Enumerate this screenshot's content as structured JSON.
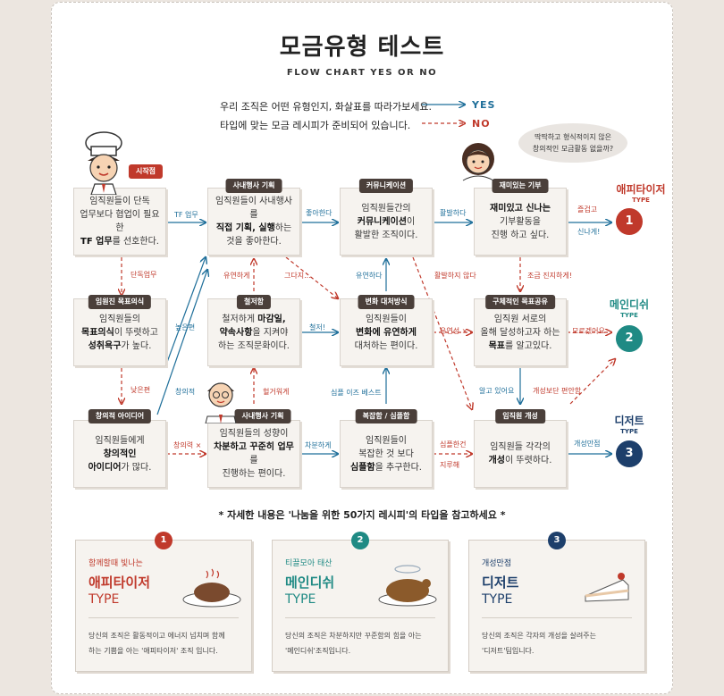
{
  "title": "모금유형 테스트",
  "subtitle": "FLOW CHART YES OR NO",
  "intro": {
    "line1": "우리 조직은 어떤 유형인지, 화살표를 따라가보세요.",
    "line2": "타입에 맞는 모금 레시피가 준비되어 있습니다."
  },
  "legend": {
    "yes": "YES",
    "no": "NO"
  },
  "bubble": {
    "line1": "딱딱하고 형식적이지 않은",
    "line2": "창의적인 모금활동 없을까?"
  },
  "nodes": {
    "n1": {
      "tag": "시작점",
      "l1": "임직원들이 단독",
      "l2": "업무보다 협업이 필요한",
      "l3b": "TF 업무",
      "l3": "를 선호한다."
    },
    "n2": {
      "tag": "사내행사 기획",
      "l1": "임직원들이 사내행사를",
      "l2b": "직접 기획, 실행",
      "l2": "하는",
      "l3": "것을 좋아한다."
    },
    "n3": {
      "tag": "커뮤니케이션",
      "l1": "임직원들간의",
      "l2b": "커뮤니케이션",
      "l2": "이",
      "l3": "활발한 조직이다."
    },
    "n4": {
      "tag": "재미있는 기부",
      "l1b": "재미있고 신나는",
      "l2": "기부활동을",
      "l3": "진행 하고 싶다."
    },
    "n5": {
      "tag": "임원진 목표의식",
      "l1": "임직원들의",
      "l2b": "목표의식",
      "l2": "이 뚜렷하고",
      "l3b": "성취욕구",
      "l3": "가 높다."
    },
    "n6": {
      "tag": "철저함",
      "l1": "철저하게 ",
      "l1b": "마감일,",
      "l2b": "약속사항",
      "l2": "을 지켜야",
      "l3": "하는 조직문화이다."
    },
    "n7": {
      "tag": "변화 대처방식",
      "l1": "임직원들이",
      "l2b": "변화에 유연하게",
      "l3": "대처하는 편이다."
    },
    "n8": {
      "tag": "구체적인 목표공유",
      "l1": "임직원 서로의",
      "l2": "올해 달성하고자 하는",
      "l3b": "목표",
      "l3": "를 알고있다."
    },
    "n9": {
      "tag": "창의적 아이디어",
      "l1": "임직원들에게",
      "l2b": "창의적인",
      "l3b": "아이디어",
      "l3": "가 많다."
    },
    "n10": {
      "tag": "사내행사 기획",
      "l1": "임직원들의 성향이",
      "l2b": "차분하고 꾸준히 업무",
      "l2": "를",
      "l3": "진행하는 편이다."
    },
    "n11": {
      "tag": "복잡함 / 심플함",
      "l1": "임직원들이",
      "l2": "복잡한 것 보다",
      "l3b": "심플함",
      "l3": "을 추구한다."
    },
    "n12": {
      "tag": "임직원 개성",
      "l1": "임직원들 각각의",
      "l2b": "개성",
      "l2": "이 뚜렷하다."
    }
  },
  "edge_labels": {
    "tf": "TF 업무",
    "like": "좋아한다",
    "active": "활발하다",
    "fun": "즐겁고",
    "exciting": "신나게!",
    "solo": "단독업무",
    "flex": "유연하게",
    "so": "그다지...",
    "flexy": "유연하다",
    "notactive": "활발하지 않다",
    "serious": "조금 진지하게!",
    "high": "높은편",
    "strict": "철저!",
    "flexn": "유연성 ×",
    "dunno": "모르겠어요",
    "low": "낮은편",
    "creative": "창의적",
    "sloppy": "헐거워게",
    "simple": "심플 이즈 베스트",
    "knowing": "알고 있어요",
    "unique": "개성보단 편안함",
    "creativex": "창의력 ×",
    "calm": "차분하게",
    "simplecomplex": "심플한건",
    "hard": "지루해",
    "uniquefull": "개성만점"
  },
  "results": [
    {
      "name": "애피타이저",
      "type": "TYPE",
      "num": "1"
    },
    {
      "name": "메인디쉬",
      "type": "TYPE",
      "num": "2"
    },
    {
      "name": "디저트",
      "type": "TYPE",
      "num": "3"
    }
  ],
  "note": "* 자세한 내용은 '나눔을 위한 50가지 레시피'의 타입을 참고하세요 *",
  "cards": [
    {
      "num": "1",
      "kicker": "함께할때 빛나는",
      "name": "애피타이저",
      "type": "TYPE",
      "desc1": "당신의 조직은 활동적이고 에너지 넘치며 함께",
      "desc2": "하는 기쁨을 아는 '애피타이저' 조직 입니다."
    },
    {
      "num": "2",
      "kicker": "티끌모아 태산",
      "name": "메인디쉬",
      "type": "TYPE",
      "desc1": "당신의 조직은 차분하지만 꾸준함의 힘을 아는",
      "desc2": "'메인디쉬'조직입니다."
    },
    {
      "num": "3",
      "kicker": "개성만점",
      "name": "디저트",
      "type": "TYPE",
      "desc1": "당신의 조직은 각자의 개성을 살려주는",
      "desc2": "'디저트'팀입니다."
    }
  ],
  "colors": {
    "red": "#c0392b",
    "teal": "#1f8a84",
    "navy": "#1d3f6b",
    "blue": "#1f6f9a"
  }
}
